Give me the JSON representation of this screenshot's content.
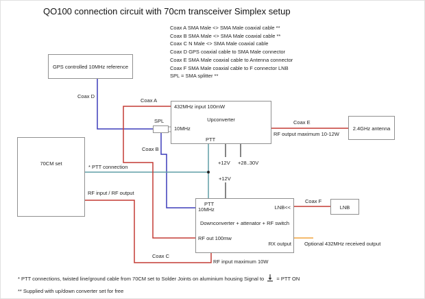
{
  "title": "QO100 connection circuit with 70cm transceiver Simplex setup",
  "legend": {
    "items": [
      "Coax A SMA Male <> SMA Male coaxial cable **",
      "Coax B SMA Male <> SMA Male coaxial cable **",
      "Coax C N Male <> SMA Male coaxial cable",
      "Coax D GPS coaxial cable to SMA Male connector",
      "Coax E SMA Male coaxial cable to Antenna connector",
      "Coax F SMA Male coaxial cable to F connector LNB",
      "SPL = SMA splitter **"
    ]
  },
  "boxes": {
    "gps": {
      "label": "GPS controlled 10MHz reference"
    },
    "set70cm": {
      "label": "70CM set"
    },
    "upconverter": {
      "input": "432MHz input 100mW",
      "name": "Upconverter",
      "mhz10": "10MHz",
      "ptt": "PTT"
    },
    "downconverter": {
      "ptt": "PTT",
      "mhz10": "10MHz",
      "lnb_in": "LNB<<",
      "name": "Downconverter + attenator + RF switch",
      "rf_out": "RF out 100mw",
      "rx_out": "RX output"
    },
    "antenna": {
      "label": "2.4GHz antenna"
    },
    "lnb": {
      "label": "LNB"
    },
    "spl": {
      "label": "SPL"
    }
  },
  "labels": {
    "coax_a": "Coax A",
    "coax_b": "Coax B",
    "coax_c": "Coax C",
    "coax_d": "Coax D",
    "coax_e": "Coax E",
    "coax_f": "Coax F",
    "rf_output_max": "RF output maximum 10-12W",
    "ptt_connection": "* PTT connection",
    "rf_input_output": "RF input / RF output",
    "rf_input_max": "RF input maximum 10W",
    "optional_rx": "Optional 432MHz received output",
    "v12_upper": "+12V",
    "v28_30": "+28..30V",
    "v12_lower": "+12V"
  },
  "footnotes": {
    "f1_pre": "* PTT connections, twisted line/ground cable from 70CM set to Solder Joints on aluminium housing Signal to",
    "f1_post": "= PTT ON",
    "f2": "** Supplied with up/down converter set for free"
  },
  "colors": {
    "coax_red": "#c43a33",
    "ref_blue": "#3b3bba",
    "ptt_teal": "#5f9ea6",
    "power_black": "#333333",
    "rx_orange": "#f0a43c",
    "box_border": "#8f8f8f"
  }
}
